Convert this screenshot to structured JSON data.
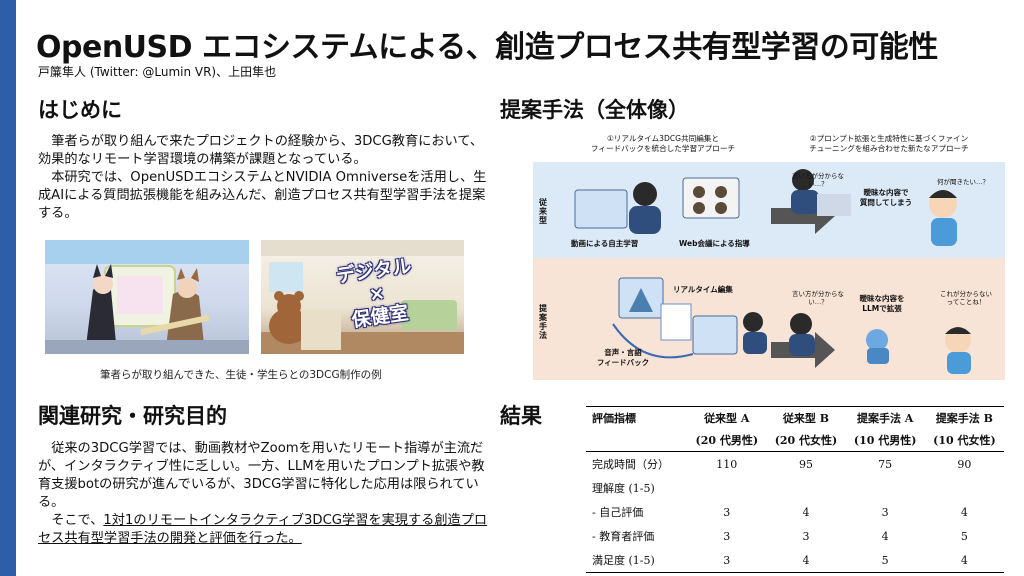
{
  "title": "OpenUSD エコシステムによる、創造プロセス共有型学習の可能性",
  "authors": "戸簾隼人 (Twitter: @Lumin VR)、上田隼也",
  "intro": {
    "heading": "はじめに",
    "p1": "筆者らが取り組んで来たプロジェクトの経験から、3DCG教育において、効果的なリモート学習環境の構築が課題となっている。",
    "p2": "本研究では、OpenUSDエコシステムとNVIDIA Omniverseを活用し、生成AIによる質問拡張機能を組み込んだ、創造プロセス共有型学習手法を提案する。",
    "photo_overlay": [
      "デジタル",
      "×",
      "保健室"
    ],
    "caption": "筆者らが取り組んできた、生徒・学生らとの3DCG制作の例"
  },
  "related": {
    "heading": "関連研究・研究目的",
    "p1": "従来の3DCG学習では、動画教材やZoomを用いたリモート指導が主流だが、インタラクティブ性に乏しい。一方、LLMを用いたプロンプト拡張や教育支援botの研究が進んでいるが、3DCG学習に特化した応用は限られている。",
    "p2_plain": "そこで、",
    "p2_underline": "1対1のリモートインタラクティブ3DCG学習を実現する創造プロセス共有型学習手法の開発と評価を行った。"
  },
  "method": {
    "heading": "提案手法（全体像）",
    "col1_title": "①リアルタイム3DCG共同編集と",
    "col1_title2": "フィードバックを統合した学習アプローチ",
    "col2_title": "②プロンプト拡張と生成特性に基づくファイン",
    "col2_title2": "チューニングを組み合わせた新たなアプローチ",
    "row1_label": "従来型",
    "row2_label": "提案手法",
    "c_self": "動画による自主学習",
    "c_web": "Web会議による指導",
    "c_realtime": "リアルタイム編集",
    "c_voice1": "音声・言語",
    "c_voice2": "フィードバック",
    "b1": "言い方が分からな",
    "b1b": "い…？",
    "b2": "曖昧な内容で",
    "b2b": "質問してしまう",
    "b3": "何が聞きたい…？",
    "b4": "言い方が分からな",
    "b4b": "い…？",
    "b5": "曖昧な内容を",
    "b5b": "LLMで拡張",
    "b6": "これが分からない",
    "b6b": "ってことね！"
  },
  "results": {
    "heading": "結果",
    "table": {
      "header": [
        "評価指標",
        "従来型 A",
        "従来型 B",
        "提案手法 A",
        "提案手法 B"
      ],
      "subheader": [
        "",
        "(20 代男性)",
        "(20 代女性)",
        "(10 代男性)",
        "(10 代女性)"
      ],
      "rows": [
        [
          "完成時間（分）",
          "110",
          "95",
          "75",
          "90"
        ],
        [
          "理解度 (1-5)",
          "",
          "",
          "",
          ""
        ],
        [
          "- 自己評価",
          "3",
          "4",
          "3",
          "4"
        ],
        [
          "- 教育者評価",
          "3",
          "3",
          "4",
          "5"
        ],
        [
          "満足度 (1-5)",
          "3",
          "4",
          "5",
          "4"
        ]
      ]
    }
  },
  "colors": {
    "accent": "#2f5ea8",
    "diagram_top": "#dce9f7",
    "diagram_bottom": "#f8e3d7"
  }
}
